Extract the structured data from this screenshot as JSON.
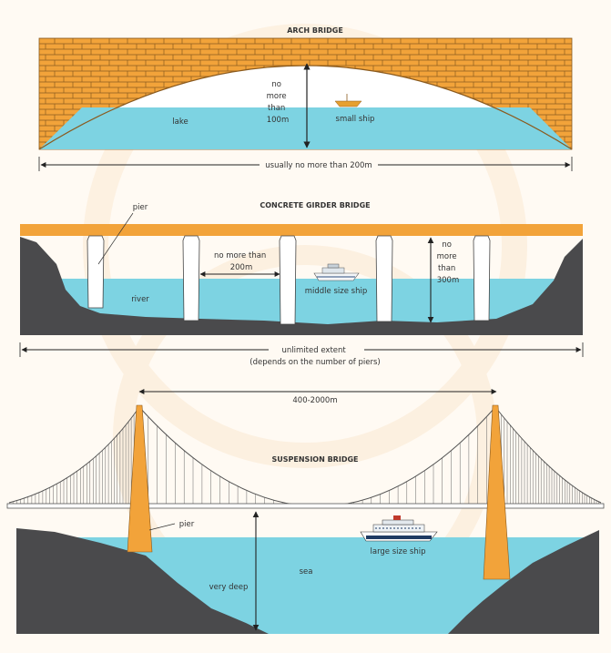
{
  "arch": {
    "title": "ARCH BRIDGE",
    "height_label": [
      "no",
      "more",
      "than",
      "100m"
    ],
    "water_label": "lake",
    "ship_label": "small ship",
    "span_label": "usually no more than 200m"
  },
  "girder": {
    "title": "CONCRETE GIRDER BRIDGE",
    "pier_label": "pier",
    "spacing_label": [
      "no more than",
      "200m"
    ],
    "height_label": [
      "no",
      "more",
      "than",
      "300m"
    ],
    "water_label": "river",
    "ship_label": "middle size ship",
    "extent_label": [
      "unlimited extent",
      "(depends on the number of piers)"
    ]
  },
  "suspension": {
    "title": "SUSPENSION BRIDGE",
    "span_label": "400-2000m",
    "pier_label": "pier",
    "depth_label": "very deep",
    "water_label": "sea",
    "ship_label": "large size ship"
  },
  "colors": {
    "brick": "#f2a33a",
    "water": "#7dd3e2",
    "rock": "#4a4a4c",
    "deck": "#f2a33a",
    "background": "#fffaf3"
  }
}
